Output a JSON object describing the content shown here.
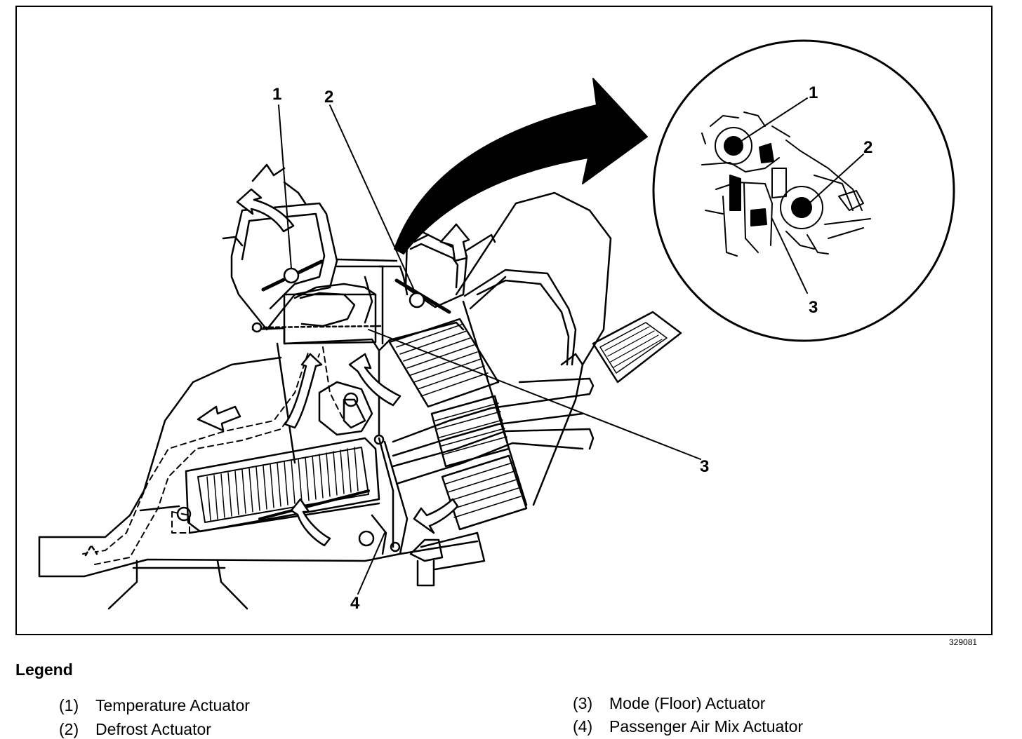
{
  "figure": {
    "id": "329081",
    "callouts_main": [
      "1",
      "2",
      "3",
      "4"
    ],
    "callouts_inset": [
      "1",
      "2",
      "3"
    ]
  },
  "legend": {
    "title": "Legend",
    "items": [
      {
        "num": "(1)",
        "label": "Temperature Actuator"
      },
      {
        "num": "(2)",
        "label": "Defrost Actuator"
      },
      {
        "num": "(3)",
        "label": "Mode (Floor) Actuator"
      },
      {
        "num": "(4)",
        "label": "Passenger Air Mix Actuator"
      }
    ]
  }
}
